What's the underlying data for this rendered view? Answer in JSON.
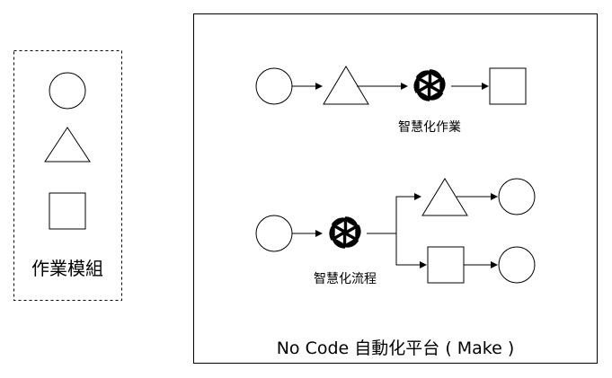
{
  "legend": {
    "title": "作業模組",
    "shapes": [
      "circle",
      "triangle",
      "square"
    ]
  },
  "platform": {
    "title": "No Code 自動化平台 ( Make )"
  },
  "flows": [
    {
      "label": "智慧化作業",
      "steps": [
        "circle",
        "triangle",
        "openai-icon",
        "square"
      ]
    },
    {
      "label": "智慧化流程",
      "steps": [
        "circle",
        "openai-icon",
        "triangle",
        "circle",
        "square",
        "circle"
      ]
    }
  ],
  "colors": {
    "stroke": "#000000",
    "background": "#ffffff"
  }
}
